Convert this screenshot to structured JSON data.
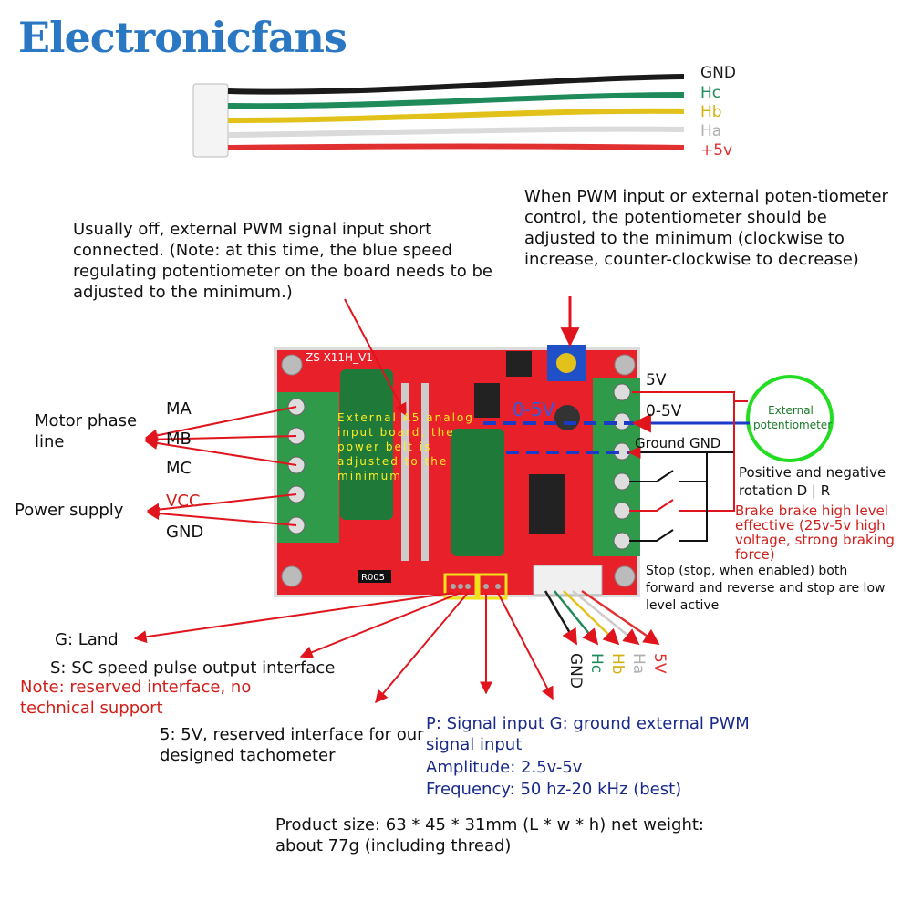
{
  "brand": "Electronicfans",
  "wires": {
    "gnd": "GND",
    "hc": "Hc",
    "hb": "Hb",
    "ha": "Ha",
    "v5": "+5v"
  },
  "notes": {
    "pwm_short": "Usually off, external PWM signal input short connected. (Note: at this time, the blue speed regulating potentiometer on the board needs to be adjusted to the minimum.)",
    "pwm_pot": "When PWM input or external poten-tiometer control, the potentiometer should be adjusted to the minimum (clockwise to increase, counter-clockwise to decrease)",
    "analog_input": "External A5 analog input board, the power belt is adjusted to the minimum",
    "motor_phase": "Motor phase line",
    "power_supply": "Power supply",
    "direction": "Positive and negative rotation D | R",
    "brake": "Brake brake high level effective (25v-5v high voltage, strong braking force)",
    "stop": "Stop (stop, when enabled) both forward and reverse and stop are low level active",
    "g_land": "G: Land",
    "s_speed": "S: SC speed pulse output interface",
    "reserved": "Note: reserved interface, no technical support",
    "five_v": "5: 5V, reserved interface for our designed tachometer",
    "pwm_signal": "P: Signal input G: ground external PWM signal input",
    "amplitude": "Amplitude: 2.5v-5v",
    "frequency": "Frequency: 50 hz-20 kHz (best)",
    "product_size": "Product size: 63 * 45 * 31mm (L * w * h) net weight: about 77g (including thread)"
  },
  "terminals_left": {
    "ma": "MA",
    "mb": "MB",
    "mc": "MC",
    "vcc": "VCC",
    "gnd": "GND"
  },
  "terminals_right": {
    "v5": "5V",
    "v05": "0-5V",
    "ground": "Ground GND"
  },
  "external_pot": "External potentiometer",
  "board": {
    "model": "ZS-X11H_V1",
    "range": "0-5V",
    "resistor": "R005"
  },
  "bottom_wires": {
    "gnd": "GND",
    "hc": "Hc",
    "hb": "Hb",
    "ha": "Ha",
    "v5": "5V"
  },
  "colors": {
    "brand": "#2a78c4",
    "pcb": "#e8202a",
    "terminal": "#2e9a4a",
    "arrow": "#e0141c",
    "pot_ring": "#22dd22",
    "navy_text": "#1a2a8a",
    "wire_gnd": "#1a1a1a",
    "wire_hc": "#1f8a5a",
    "wire_hb": "#e2c21a",
    "wire_ha": "#d8d8d8",
    "wire_v5": "#e03030"
  }
}
